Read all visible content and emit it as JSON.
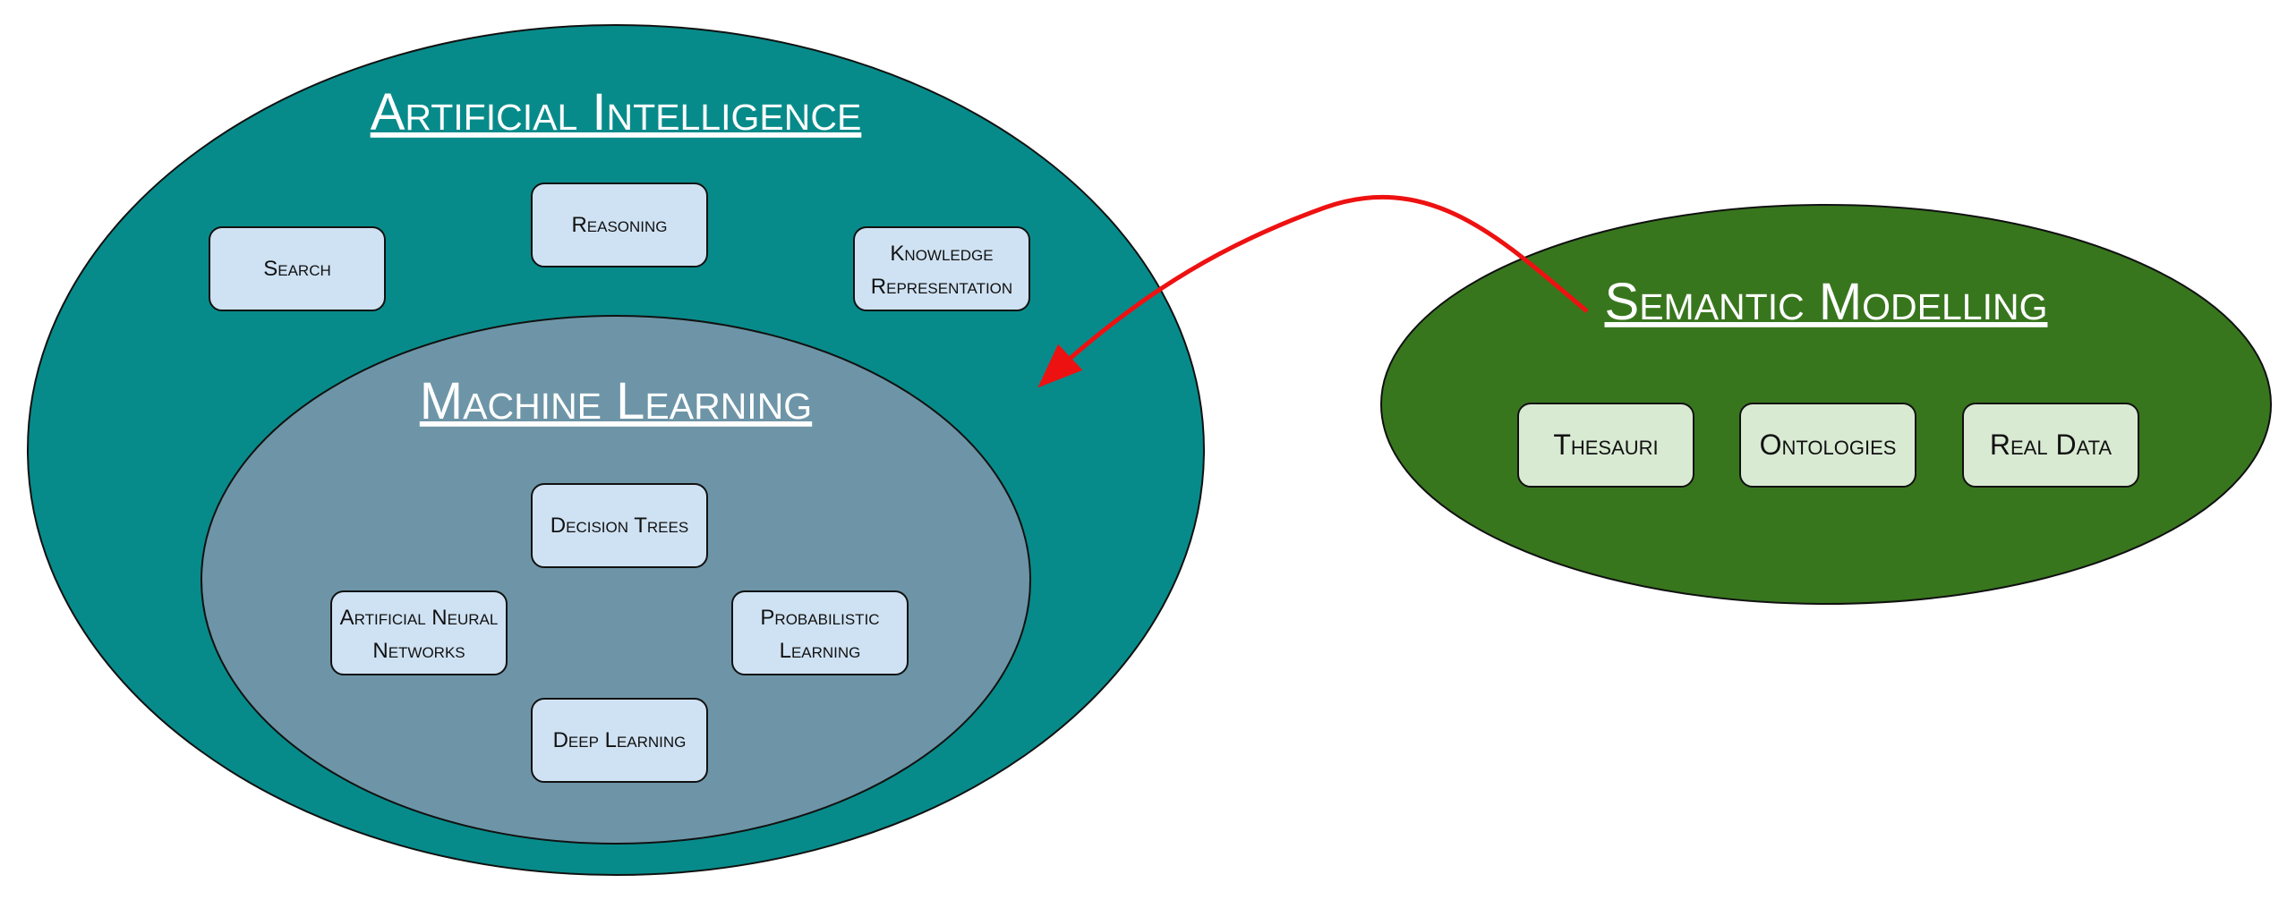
{
  "colors": {
    "ai_fill": "#078b8a",
    "ml_fill": "#6d95a7",
    "sm_fill": "#38761e",
    "blue_box": "#cfe2f3",
    "green_box": "#d9ead3",
    "arrow": "#ee1111"
  },
  "ai": {
    "title": "Artificial Intelligence",
    "items": {
      "search": "Search",
      "reasoning": "Reasoning",
      "knowledge_line1": "Knowledge",
      "knowledge_line2": "Representation"
    }
  },
  "ml": {
    "title": "Machine Learning",
    "items": {
      "decision_trees": "Decision Trees",
      "ann_line1": "Artificial Neural",
      "ann_line2": "Networks",
      "prob_line1": "Probabilistic",
      "prob_line2": "Learning",
      "deep_learning": "Deep Learning"
    }
  },
  "sm": {
    "title": "Semantic Modelling",
    "items": {
      "thesauri": "Thesauri",
      "ontologies": "Ontologies",
      "real_data": "Real Data"
    }
  }
}
